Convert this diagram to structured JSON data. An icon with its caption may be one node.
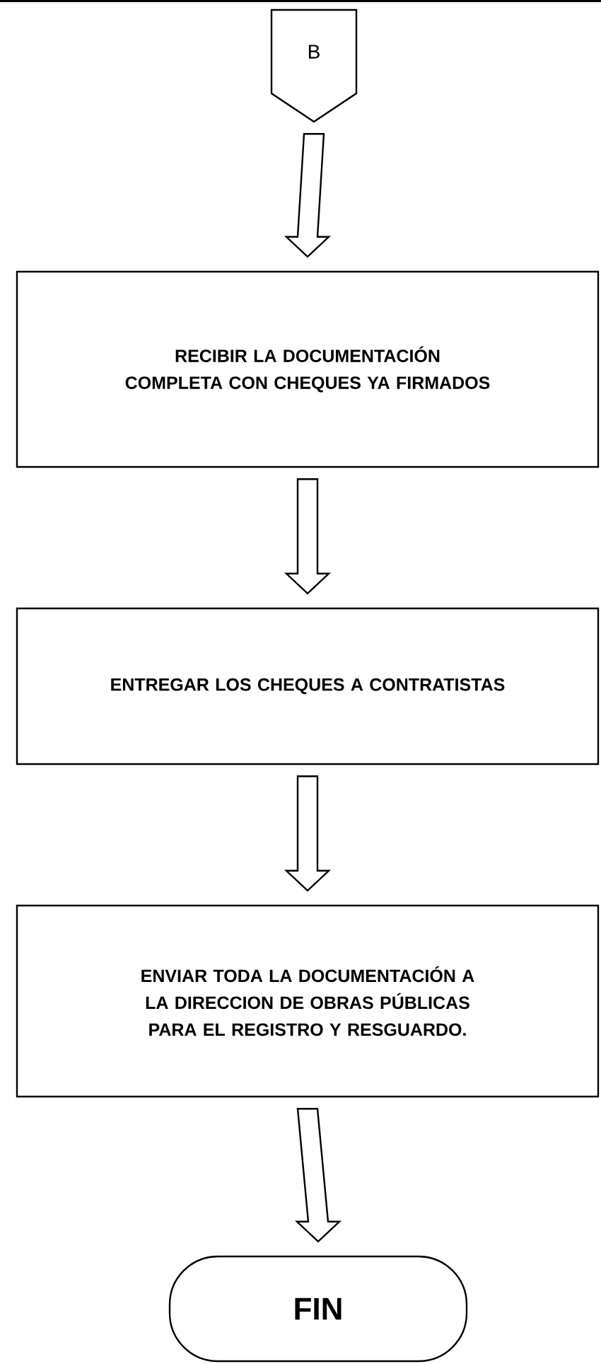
{
  "diagram": {
    "nodes": [
      {
        "text": [
          "B"
        ]
      },
      {
        "text": [
          "RECIBIR LA DOCUMENTACIÓN COMPLETA CON CHEQUES YA FIRMADOS"
        ]
      },
      {
        "text": [
          "ENTREGAR LOS CHEQUES A CONTRATISTAS"
        ]
      },
      {
        "text": [
          "ENVIAR TODA LA DOCUMENTACIÓN A LA DIRECCION DE OBRAS PÚBLICAS PARA EL REGISTRO Y RESGUARDO."
        ]
      },
      {
        "text": [
          "FIN"
        ]
      }
    ],
    "edges": [
      {
        "from": 0,
        "to": 1,
        "arrow": "to"
      },
      {
        "from": 1,
        "to": 2,
        "arrow": "to"
      },
      {
        "from": 2,
        "to": 3,
        "arrow": "to"
      },
      {
        "from": 3,
        "to": 4,
        "arrow": "to"
      }
    ]
  }
}
